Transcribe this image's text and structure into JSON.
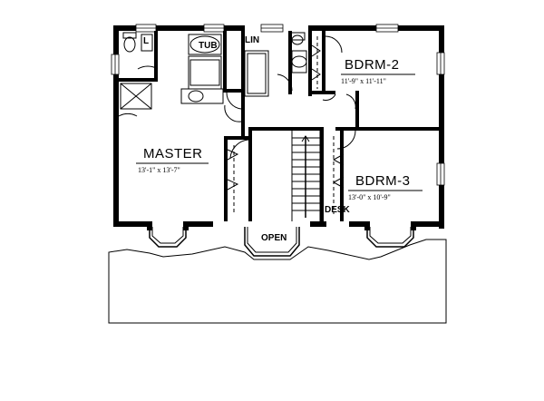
{
  "rooms": {
    "master": {
      "name": "MASTER",
      "dims": "13'-1\" x 13'-7\""
    },
    "bdrm2": {
      "name": "BDRM-2",
      "dims": "11'-9\" x 11'-11\""
    },
    "bdrm3": {
      "name": "BDRM-3",
      "dims": "13'-0\" x 10'-9\""
    }
  },
  "fixtures": {
    "tub": "TUB",
    "linen": "LIN",
    "laundry": "L",
    "open": "OPEN",
    "desk": "DESK"
  }
}
